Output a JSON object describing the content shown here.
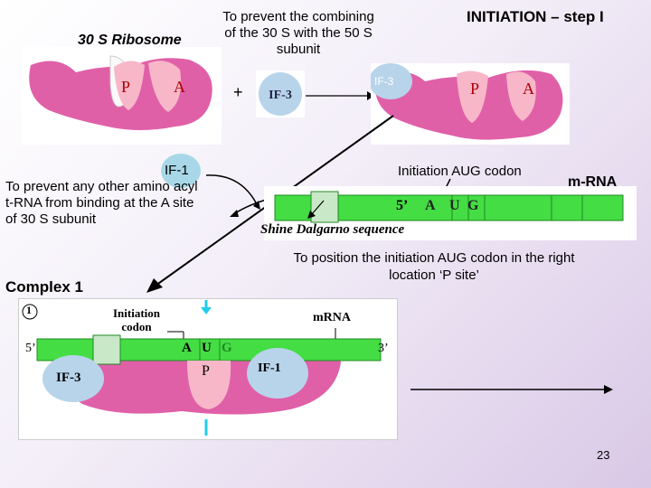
{
  "title": "INITIATION – step I",
  "ribosome_30s_label": "30 S Ribosome",
  "prevent_combine_text": "To prevent the combining of the 30 S with the 50 S subunit",
  "prevent_binding_text": "To prevent any other amino acyl t-RNA from binding at the A site of 30 S subunit",
  "complex_label": "Complex  1",
  "initiation_codon_label": "Initiation AUG codon",
  "mrna_label": "m-RNA",
  "position_text": "To position the initiation AUG codon in the right location ‘P site’",
  "shine_dalgarno_label": "Shine Dalgarno sequence",
  "five_prime": "5’",
  "codon_letters": [
    "A",
    "U",
    "G"
  ],
  "site_p": "P",
  "site_a": "A",
  "if3_label": "IF-3",
  "if3_label_top": "IF-3",
  "if1_label": "IF-1",
  "plus": "+",
  "page_number": "23",
  "complex_panel": {
    "step": "1",
    "initiation_codon": "Initiation codon",
    "mrna": "mRNA",
    "five": "5’",
    "three": "3’",
    "if3": "IF-3",
    "if1": "IF-1",
    "p": "P",
    "codons": [
      "A",
      "U",
      "G"
    ]
  },
  "colors": {
    "ribosome": "#e060a8",
    "mrna": "#44dd44",
    "factor": "#b8d4ea",
    "panel_border": "#999999"
  }
}
